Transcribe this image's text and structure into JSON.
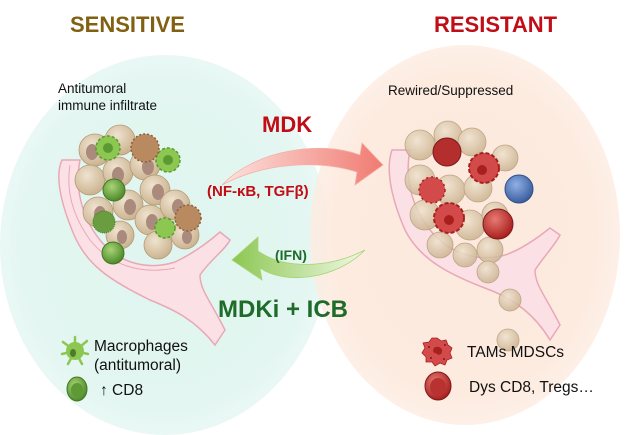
{
  "panels": {
    "sensitive": {
      "title": "SENSITIVE",
      "title_color": "#826012",
      "background_color": "#e3f6f1",
      "subtitle_line1": "Antitumoral",
      "subtitle_line2": "immune infiltrate",
      "legend": [
        {
          "icon": "macrophage-antitumoral-icon",
          "line1": "Macrophages",
          "line2": "(antitumoral)"
        },
        {
          "icon": "cd8-tcell-green-icon",
          "line1": "↑ CD8"
        }
      ]
    },
    "resistant": {
      "title": "RESISTANT",
      "title_color": "#c00d16",
      "background_color": "#fdebe0",
      "subtitle": "Rewired/Suppressed",
      "legend": [
        {
          "icon": "tam-mdsc-icon",
          "line1": "TAMs MDSCs"
        },
        {
          "icon": "dysfunctional-tcell-red-icon",
          "line1": "Dys CD8, Tregs…"
        }
      ]
    }
  },
  "arrows": {
    "forward": {
      "label": "MDK",
      "sublabel": "(NF-κB, TGFβ)",
      "color": "#c00d16",
      "arrow_color": "#f08a82"
    },
    "reverse": {
      "label": "MDKi + ICB",
      "sublabel": "(IFN)",
      "color": "#1e6b2a",
      "arrow_color": "#8bc75a"
    }
  },
  "colors": {
    "tumor_cell": "#d9c6a5",
    "tumor_nucleus": "#a98a7d",
    "vessel": "#f4c9d2",
    "green_cell": "#7cb34a",
    "red_cell": "#d24a4a",
    "blue_cell": "#5a7fc0"
  }
}
